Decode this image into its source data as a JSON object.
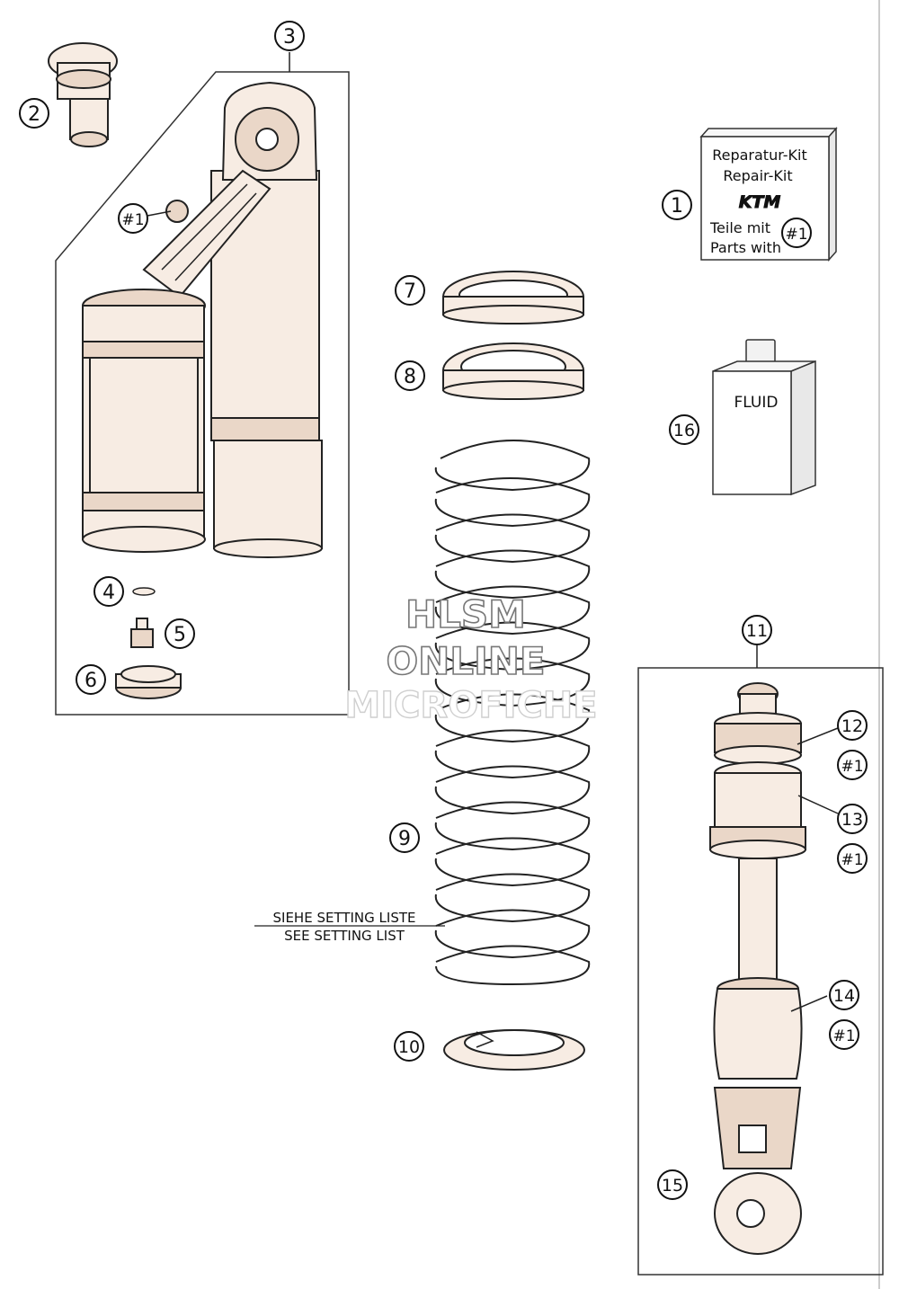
{
  "callouts": {
    "c1": "1",
    "c2": "2",
    "c3": "3",
    "c4": "4",
    "c5": "5",
    "c6": "6",
    "c7": "7",
    "c8": "8",
    "c9": "9",
    "c10": "10",
    "c11": "11",
    "c12": "12",
    "c13": "13",
    "c14": "14",
    "c15": "15",
    "c16": "16"
  },
  "markers": {
    "m_shock": "#1",
    "m_kit": "#1",
    "m_12": "#1",
    "m_13": "#1",
    "m_14": "#1"
  },
  "repair_kit": {
    "line1": "Reparatur-Kit",
    "line2": "Repair-Kit",
    "logo": "KTM",
    "line3": "Teile mit",
    "line4": "Parts with"
  },
  "fluid": {
    "label": "FLUID"
  },
  "spring_note": {
    "line1": "SIEHE SETTING LISTE",
    "line2": "SEE SETTING LIST"
  },
  "watermark": {
    "line1": "HLSM",
    "line2": "ONLINE",
    "line3": "MICROFICHE"
  }
}
